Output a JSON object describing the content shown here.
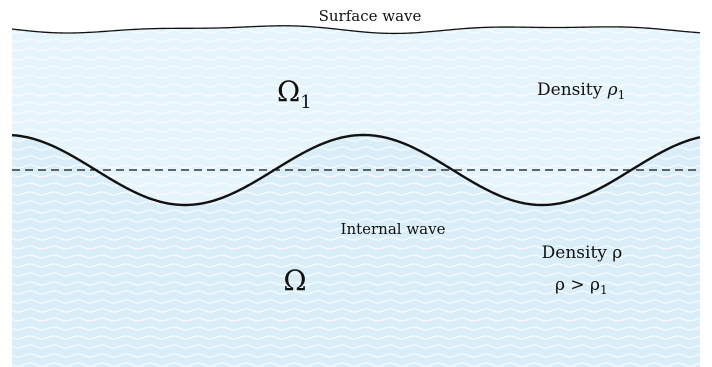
{
  "labels": {
    "surface_wave": "Surface wave",
    "internal_wave": "Internal wave",
    "upper_region": "Ω",
    "upper_region_sub": "1",
    "lower_region": "Ω",
    "upper_density_prefix": "Density ",
    "upper_density_symbol": "ρ",
    "upper_density_sub": "1",
    "lower_density": "Density ρ",
    "inequality_lhs": "ρ > ρ",
    "inequality_sub": "1"
  },
  "colors": {
    "upper_fluid": "#e6f4fc",
    "lower_fluid": "#d9eef9",
    "ripple": "#f7fbfe",
    "line": "#111111"
  }
}
